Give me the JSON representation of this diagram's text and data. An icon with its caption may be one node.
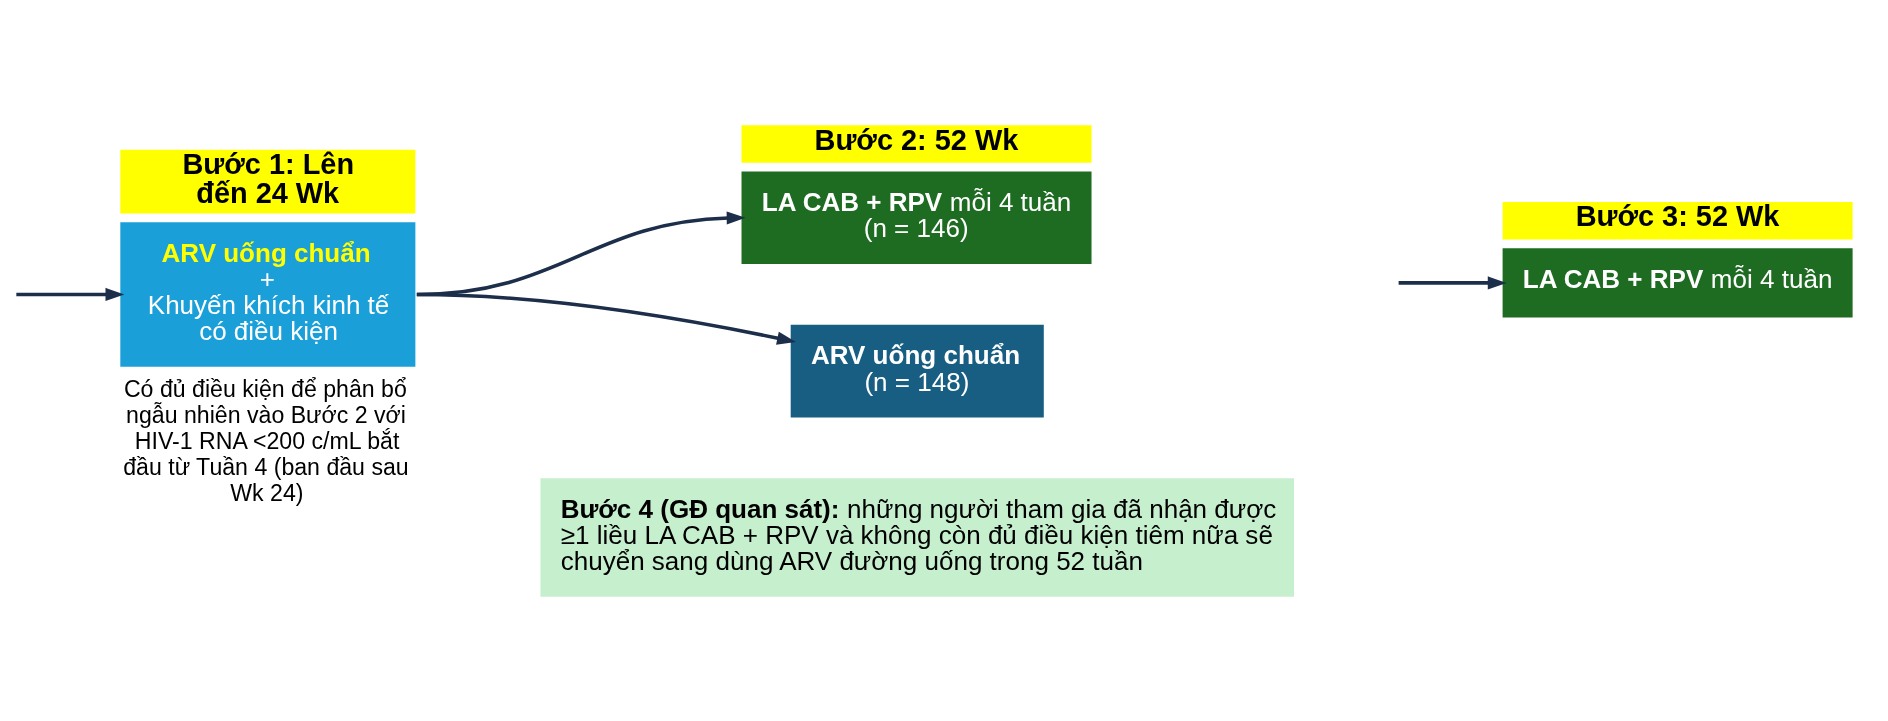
{
  "diagram": {
    "nodes": [
      {
        "text": [
          "Bước 1: Lên đến 24 Wk",
          "ARV uống chuẩn",
          "+",
          "Khuyến khích kinh tế có điều kiện"
        ],
        "beside": [
          "Có đủ điều kiện để phân bổ ngẫu nhiên vào Bước 2 với HIV-1 RNA <200 c/mL bắt đầu từ Tuần 4 (ban đầu sau Wk 24)"
        ]
      },
      {
        "text": [
          "Bước 2: 52 Wk",
          "**LA CAB + RPV** mỗi 4 tuần",
          "(n = 146)"
        ]
      },
      {
        "text": [
          "ARV uống chuẩn",
          "(n = 148)"
        ]
      },
      {
        "text": [
          "Bước 3: 52 Wk",
          "**LA CAB + RPV** mỗi 4 tuần"
        ]
      },
      {
        "text": [
          "**Bước 4 (GĐ quan sát):** những người tham gia đã nhận được ≥1 liều LA CAB + RPV và không còn đủ điều kiện tiêm nữa sẽ chuyển sang dùng ARV đường uống trong 52 tuần"
        ]
      }
    ],
    "edges": [
      {
        "from": null,
        "to": 0,
        "arrow": "to"
      },
      {
        "from": 0,
        "to": 1,
        "arrow": "to"
      },
      {
        "from": 0,
        "to": 2,
        "arrow": "to"
      },
      {
        "from": null,
        "to": 3,
        "arrow": "to"
      }
    ]
  }
}
